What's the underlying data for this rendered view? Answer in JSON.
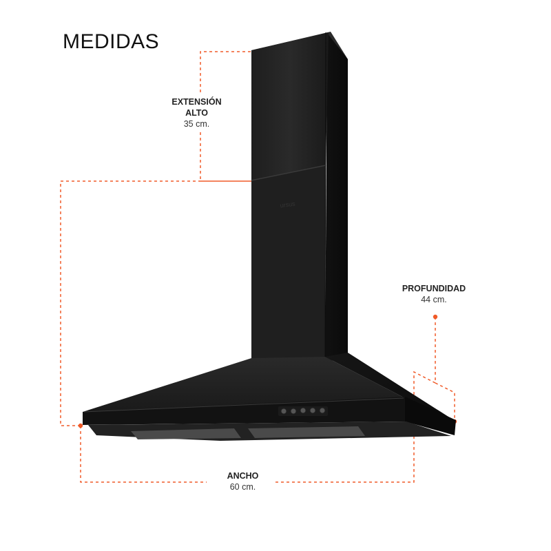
{
  "title": "MEDIDAS",
  "labels": {
    "extension": {
      "line1": "EXTENSIÓN",
      "line2": "ALTO",
      "value": "35 cm."
    },
    "profundidad": {
      "line1": "PROFUNDIDAD",
      "value": "44 cm."
    },
    "ancho": {
      "line1": "ANCHO",
      "value": "60 cm."
    }
  },
  "product": {
    "logo_text": "Ursus Trotter"
  },
  "colors": {
    "accent": "#F05A28",
    "product": "#161616",
    "text": "#111111"
  }
}
